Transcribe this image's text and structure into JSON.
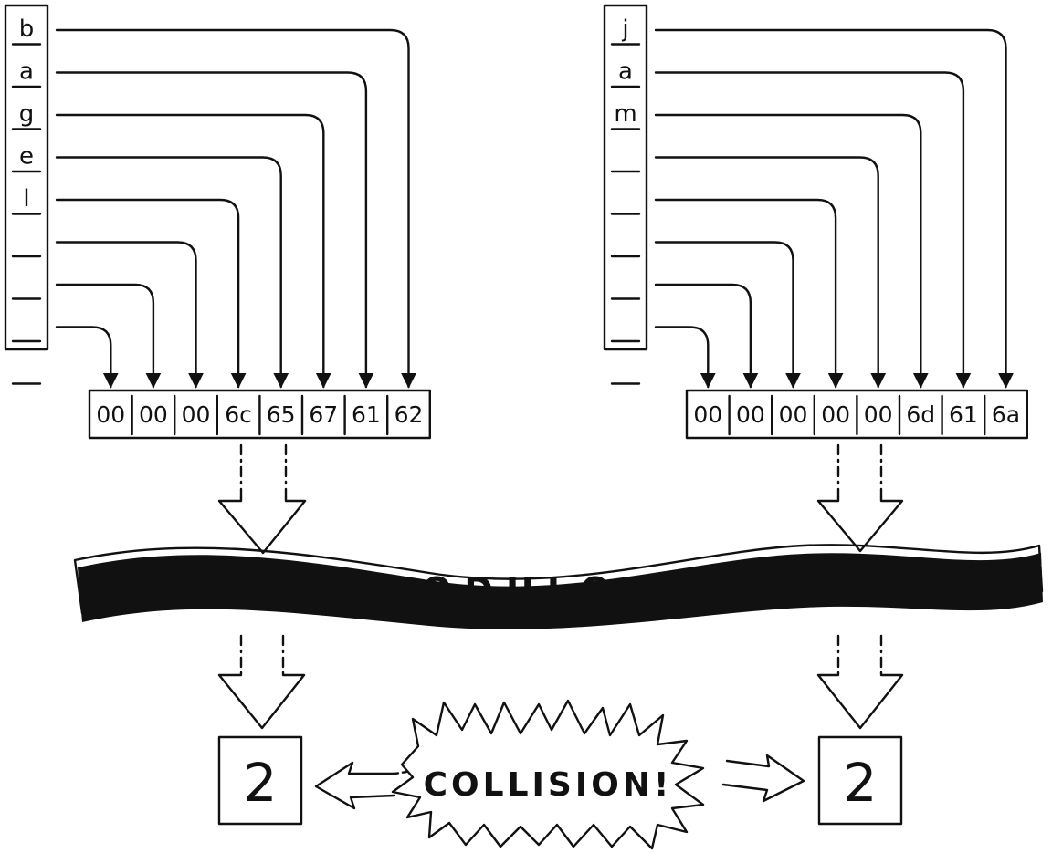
{
  "left": {
    "chars": [
      "b",
      "a",
      "g",
      "e",
      "l",
      "",
      "",
      "",
      ""
    ],
    "bytes": [
      "00",
      "00",
      "00",
      "6c",
      "65",
      "67",
      "61",
      "62"
    ],
    "result": "2"
  },
  "right": {
    "chars": [
      "j",
      "a",
      "m",
      "",
      "",
      "",
      "",
      "",
      ""
    ],
    "bytes": [
      "00",
      "00",
      "00",
      "00",
      "00",
      "6d",
      "61",
      "6a"
    ],
    "result": "2"
  },
  "banner": "MODULO 8",
  "burst": "COLLISION!"
}
